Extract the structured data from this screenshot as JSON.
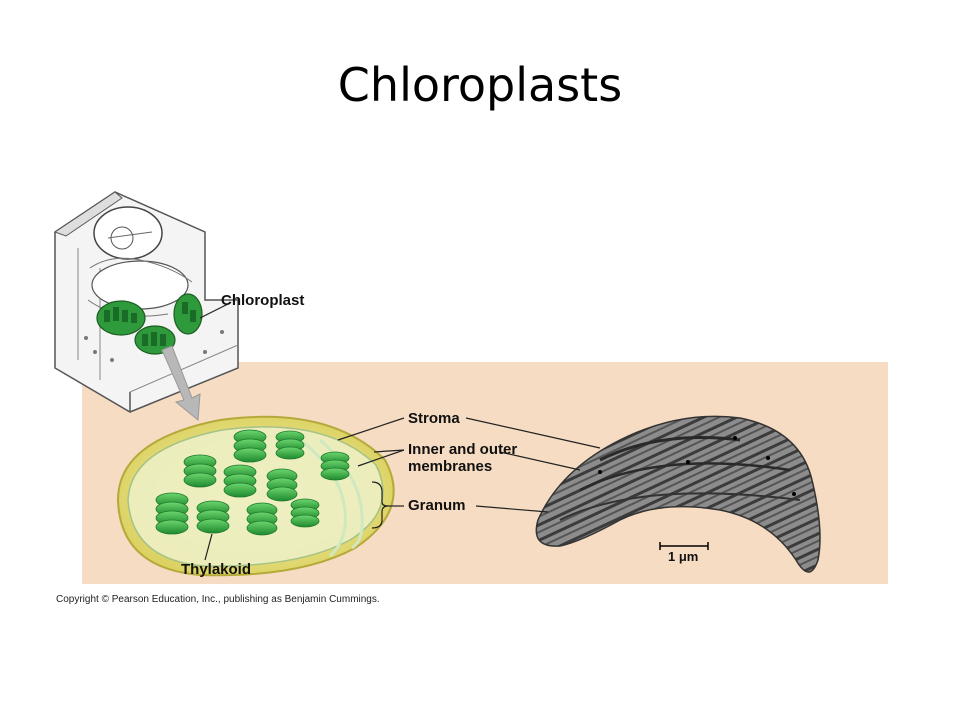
{
  "slide": {
    "title": "Chloroplasts"
  },
  "labels": {
    "chloroplast": "Chloroplast",
    "stroma": "Stroma",
    "membranes_line1": "Inner and outer",
    "membranes_line2": "membranes",
    "granum": "Granum",
    "thylakoid": "Thylakoid",
    "scale_bar": "1 μm"
  },
  "copyright": "Copyright © Pearson Education, Inc., publishing as Benjamin Cummings.",
  "colors": {
    "panel_background": "#f6dcc2",
    "chloroplast_green": "#39b54a",
    "chloroplast_envelope": "#e9e38a",
    "micrograph_gray": "#7a7a7a"
  }
}
